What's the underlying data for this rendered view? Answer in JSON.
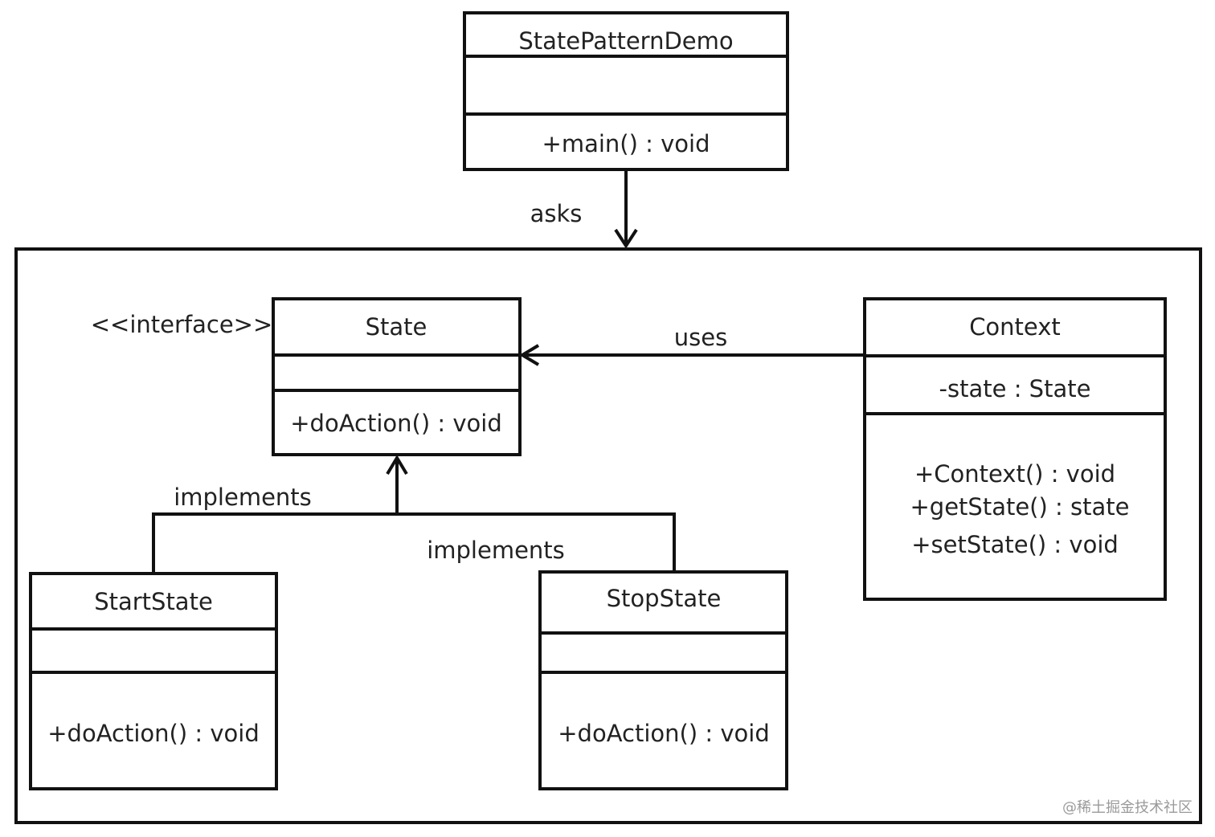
{
  "classes": {
    "demo": {
      "name": "StatePatternDemo",
      "attributes": [],
      "methods": [
        "+main()  : void"
      ]
    },
    "state": {
      "stereotype": "<<interface>>",
      "name": "State",
      "attributes": [],
      "methods": [
        "+doAction()  : void"
      ]
    },
    "context": {
      "name": "Context",
      "attributes": [
        "-state : State"
      ],
      "methods": [
        "+Context()  : void",
        "+getState() : state",
        "+setState()  : void"
      ]
    },
    "start": {
      "name": "StartState",
      "attributes": [],
      "methods": [
        "+doAction()  : void"
      ]
    },
    "stop": {
      "name": "StopState",
      "attributes": [],
      "methods": [
        "+doAction()  : void"
      ]
    }
  },
  "relations": {
    "asks": "asks",
    "uses": "uses",
    "implements_left": "implements",
    "implements_right": "implements"
  },
  "watermark": "@稀土掘金技术社区"
}
